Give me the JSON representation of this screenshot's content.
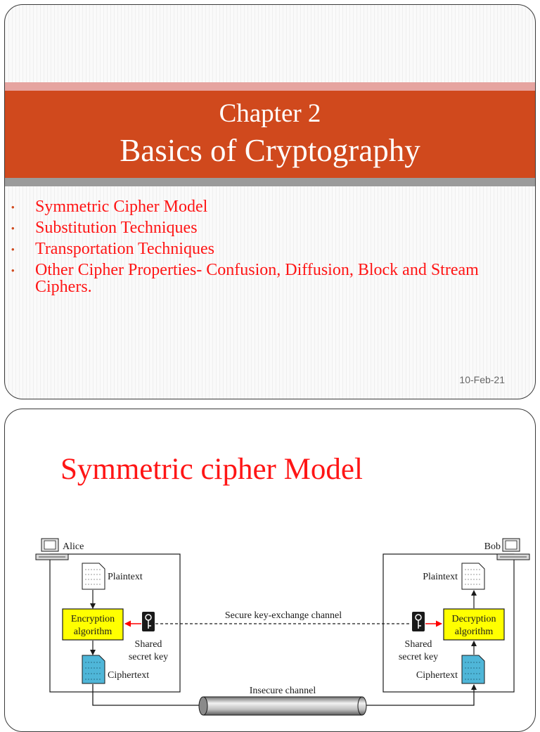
{
  "slide1": {
    "chapter": "Chapter 2",
    "title": "Basics of Cryptography",
    "bullets": [
      "Symmetric Cipher Model",
      "Substitution Techniques",
      "Transportation Techniques",
      "Other Cipher Properties- Confusion, Diffusion, Block and Stream Ciphers."
    ],
    "date": "10-Feb-21"
  },
  "slide2": {
    "title": "Symmetric cipher Model",
    "diagram": {
      "alice": "Alice",
      "bob": "Bob",
      "plaintext_left": "Plaintext",
      "plaintext_right": "Plaintext",
      "encryption_line1": "Encryption",
      "encryption_line2": "algorithm",
      "decryption_line1": "Decryption",
      "decryption_line2": "algorithm",
      "shared_left_line1": "Shared",
      "shared_left_line2": "secret key",
      "shared_right_line1": "Shared",
      "shared_right_line2": "secret key",
      "ciphertext_left": "Ciphertext",
      "ciphertext_right": "Ciphertext",
      "secure_channel": "Secure key-exchange channel",
      "insecure_channel": "Insecure channel"
    }
  },
  "colors": {
    "title_band": "#d0491d",
    "band_top": "#e6a4a0",
    "band_bottom": "#9b9b9b",
    "bullet_text": "#ff1515",
    "algorithm_box": "#ffff00",
    "document_fill": "#4fb6d8",
    "key_arrow": "#ff0000"
  }
}
